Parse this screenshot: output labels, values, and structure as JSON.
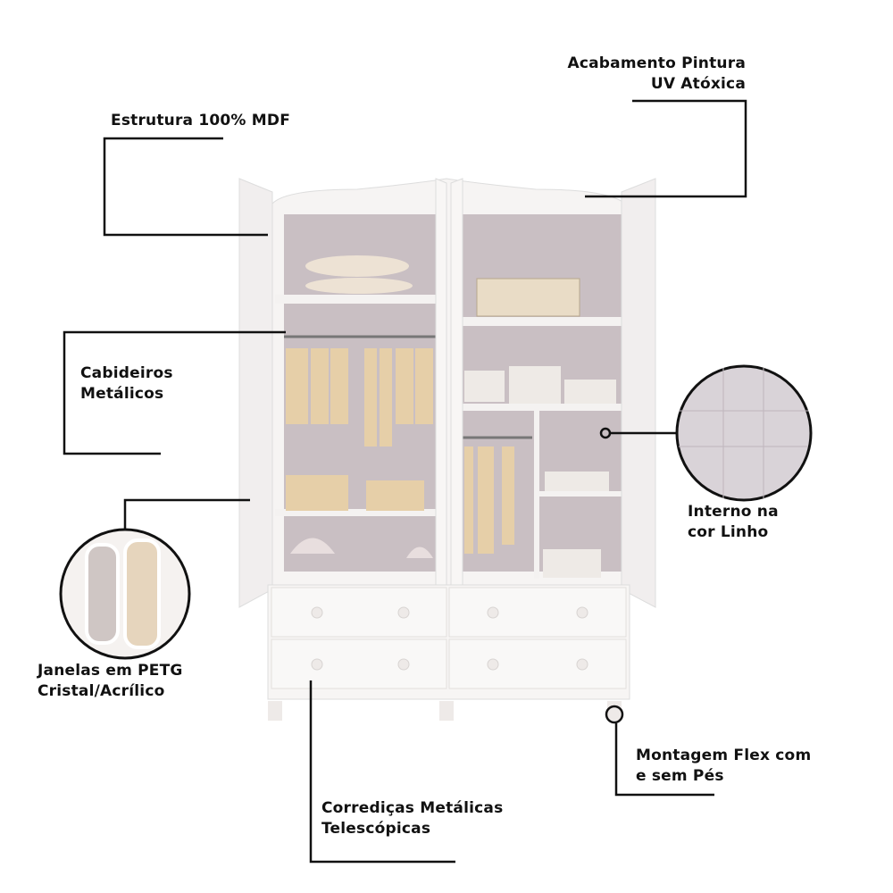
{
  "labels": {
    "acabamento_line1": "Acabamento Pintura",
    "acabamento_line2": "UV Atóxica",
    "estrutura": "Estrutura 100% MDF",
    "cabideiros_line1": "Cabideiros",
    "cabideiros_line2": "Metálicos",
    "interno_line1": "Interno na",
    "interno_line2": "cor Linho",
    "janelas_line1": "Janelas em PETG",
    "janelas_line2": "Cristal/Acrílico",
    "montagem_line1": "Montagem Flex com",
    "montagem_line2": "e sem Pés",
    "corredicas_line1": "Corrediças Metálicas",
    "corredicas_line2": "Telescópicas"
  },
  "colors": {
    "interior": "#c9bfc3",
    "white": "#f7f5f4",
    "clothes": "#e6cfa8",
    "line": "#111111"
  }
}
